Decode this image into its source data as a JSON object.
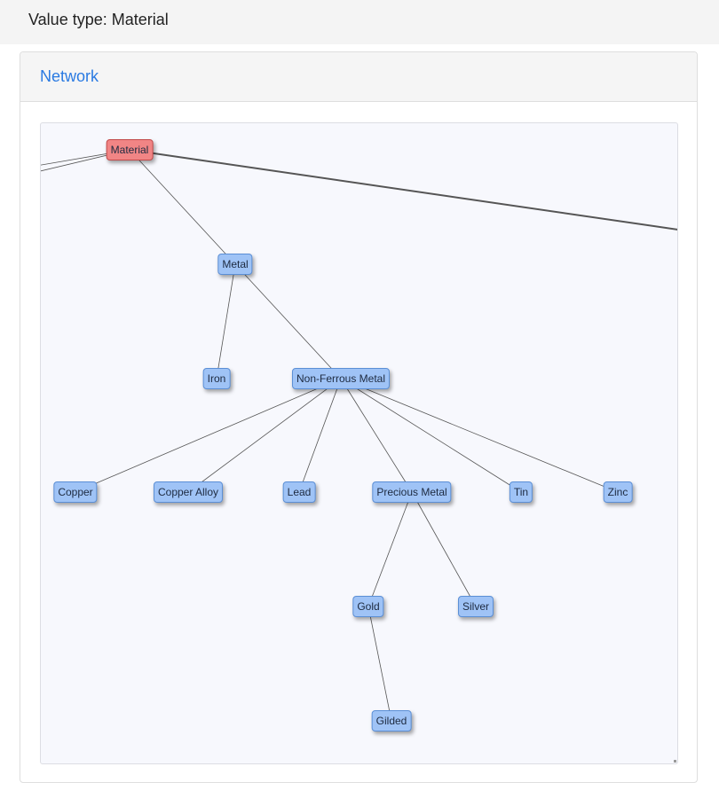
{
  "header": {
    "title": "Value type: Material"
  },
  "panel": {
    "tab_label": "Network"
  },
  "colors": {
    "root_node": "#f18585",
    "node": "#9fc3f6",
    "edge": "#555555"
  },
  "network": {
    "nodes": [
      {
        "id": "material",
        "label": "Material",
        "root": true
      },
      {
        "id": "metal",
        "label": "Metal"
      },
      {
        "id": "iron",
        "label": "Iron"
      },
      {
        "id": "nonferrous",
        "label": "Non-Ferrous Metal"
      },
      {
        "id": "copper",
        "label": "Copper"
      },
      {
        "id": "copperalloy",
        "label": "Copper Alloy"
      },
      {
        "id": "lead",
        "label": "Lead"
      },
      {
        "id": "precious",
        "label": "Precious Metal"
      },
      {
        "id": "tin",
        "label": "Tin"
      },
      {
        "id": "zinc",
        "label": "Zinc"
      },
      {
        "id": "gold",
        "label": "Gold"
      },
      {
        "id": "silver",
        "label": "Silver"
      },
      {
        "id": "gilded",
        "label": "Gilded"
      }
    ],
    "edges": [
      {
        "from": "material",
        "to": "metal"
      },
      {
        "from": "metal",
        "to": "iron"
      },
      {
        "from": "metal",
        "to": "nonferrous"
      },
      {
        "from": "nonferrous",
        "to": "copper"
      },
      {
        "from": "nonferrous",
        "to": "copperalloy"
      },
      {
        "from": "nonferrous",
        "to": "lead"
      },
      {
        "from": "nonferrous",
        "to": "precious"
      },
      {
        "from": "nonferrous",
        "to": "tin"
      },
      {
        "from": "nonferrous",
        "to": "zinc"
      },
      {
        "from": "precious",
        "to": "gold"
      },
      {
        "from": "precious",
        "to": "silver"
      },
      {
        "from": "gold",
        "to": "gilded"
      }
    ]
  }
}
